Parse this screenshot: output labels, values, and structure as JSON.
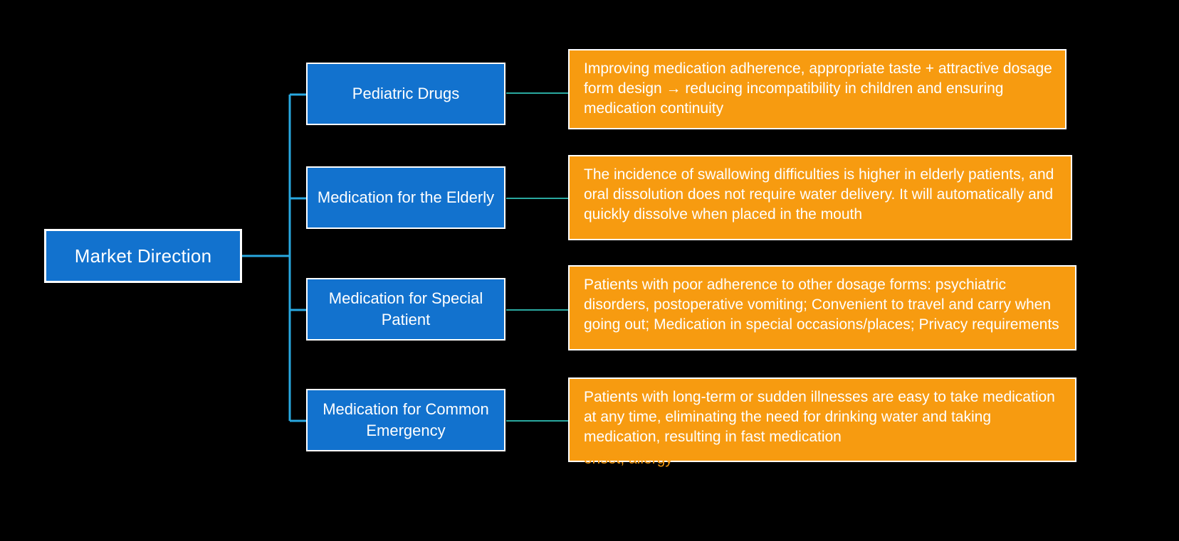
{
  "diagram": {
    "type": "tree-mindmap",
    "background_color": "#000000",
    "root": {
      "label": "Market Direction",
      "fill_color": "#1272CE",
      "border_color": "#FFFFFF",
      "text_color": "#FFFFFF"
    },
    "connector_color": "#29A8E0",
    "branches": [
      {
        "label": "Pediatric Drugs",
        "fill_color": "#1272CE",
        "detail": {
          "text": "Improving medication adherence, appropriate taste + attractive dosage form design → reducing incompatibility in children and ensuring medication continuity",
          "overflow_text": "",
          "fill_color": "#F79B10",
          "text_color": "#FFFFFF"
        }
      },
      {
        "label": "Medication for the Elderly",
        "fill_color": "#1272CE",
        "detail": {
          "text": "The incidence of swallowing difficulties is higher in elderly patients, and oral dissolution does not require water delivery. It will automatically and quickly dissolve when placed in the mouth",
          "overflow_text": "",
          "fill_color": "#F79B10",
          "text_color": "#FFFFFF"
        }
      },
      {
        "label": "Medication for Special Patient",
        "fill_color": "#1272CE",
        "detail": {
          "text": "Patients with poor adherence to other dosage forms: psychiatric disorders, postoperative vomiting; Convenient to travel and carry when going out; Medication in special occasions/places; Privacy requirements",
          "overflow_text": "",
          "fill_color": "#F79B10",
          "text_color": "#FFFFFF"
        }
      },
      {
        "label": "Medication for Common Emergency",
        "fill_color": "#1272CE",
        "detail": {
          "text": "Patients with long-term or sudden illnesses are easy to take medication at any time, eliminating the need for drinking water and taking medication, resulting in fast medication",
          "overflow_text": "onset; allergy",
          "fill_color": "#F79B10",
          "text_color": "#FFFFFF"
        }
      }
    ]
  }
}
